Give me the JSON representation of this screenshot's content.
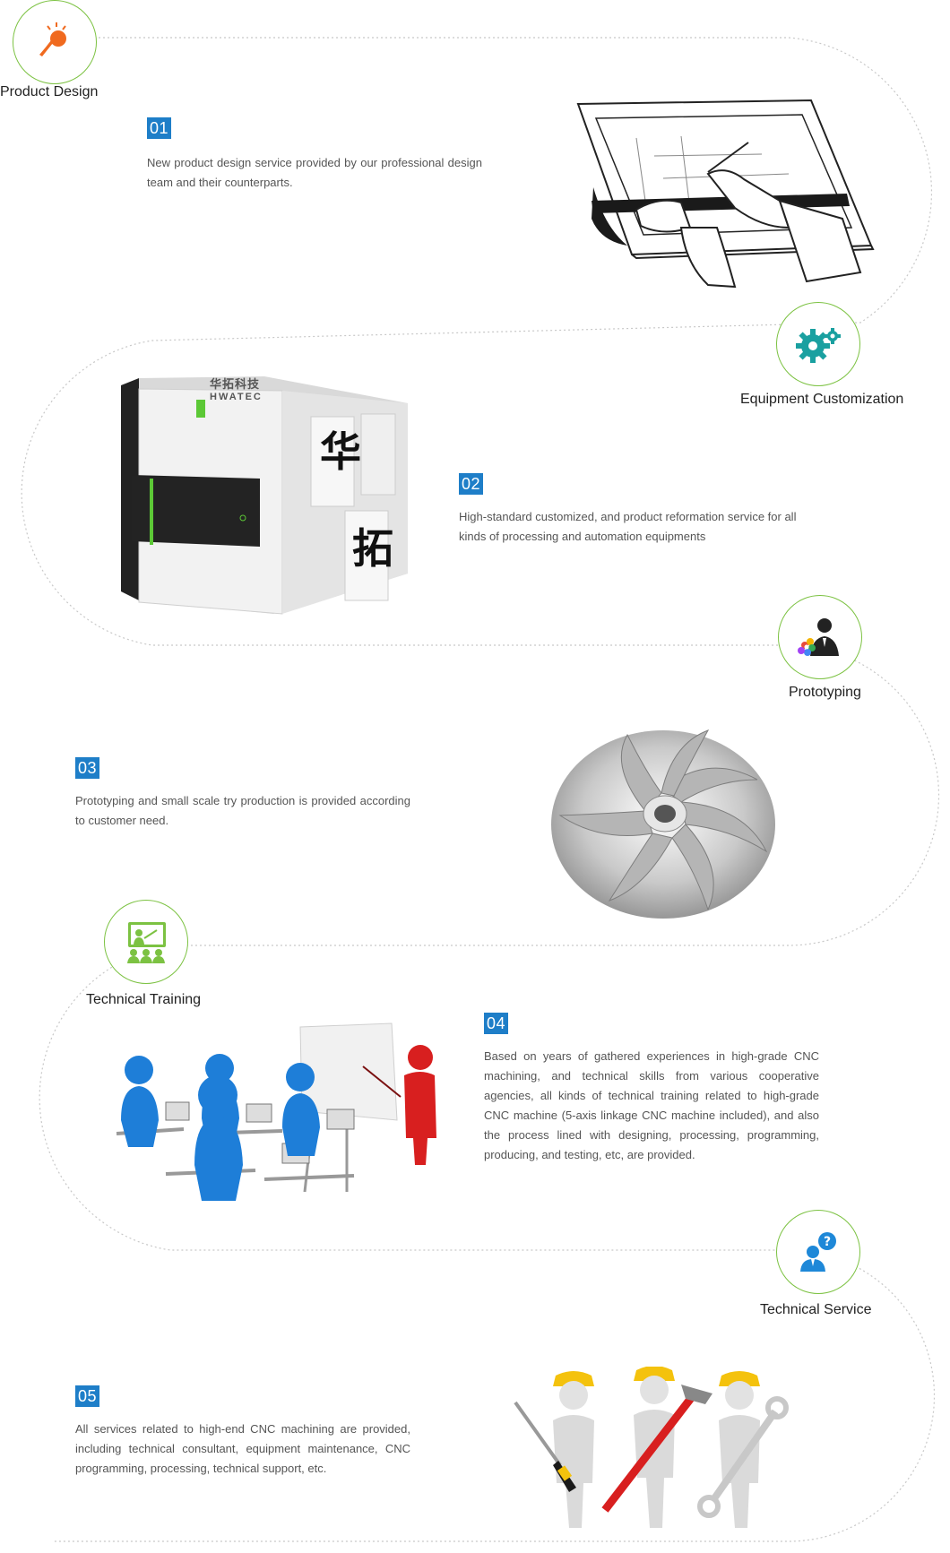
{
  "steps": [
    {
      "title": "Product Design",
      "number": "01",
      "text": "New product design service provided by our professional design team and their counterparts.",
      "icon": "brush-icon"
    },
    {
      "title": "Equipment Customization",
      "number": "02",
      "text": "High-standard customized, and product reformation service for all kinds of processing and automation equipments",
      "icon": "gear-icon"
    },
    {
      "title": "Prototyping",
      "number": "03",
      "text": "Prototyping and small scale try production is provided according to customer need.",
      "icon": "person-flower-icon"
    },
    {
      "title": "Technical Training",
      "number": "04",
      "text": "Based on years of gathered experiences in high-grade CNC machining, and technical skills from various cooperative agencies, all kinds of technical training related to high-grade CNC machine (5-axis linkage CNC machine included), and also the process lined with designing, processing, programming, producing, and testing, etc, are provided.",
      "icon": "training-board-icon"
    },
    {
      "title": "Technical Service",
      "number": "05",
      "text": "All services related to high-end CNC machining are provided, including technical consultant, equipment maintenance, CNC programming, processing, technical support, etc.",
      "icon": "support-question-icon"
    }
  ],
  "machine_brand": {
    "cn": "华拓科技",
    "en": "HWATEC",
    "panel_chars": [
      "华",
      "拓"
    ]
  },
  "colors": {
    "accent_green": "#7cc242",
    "number_blue": "#1e7ec8",
    "icon_orange": "#f06a1f",
    "icon_teal": "#1aa0a0",
    "icon_blue": "#1e88d8"
  }
}
